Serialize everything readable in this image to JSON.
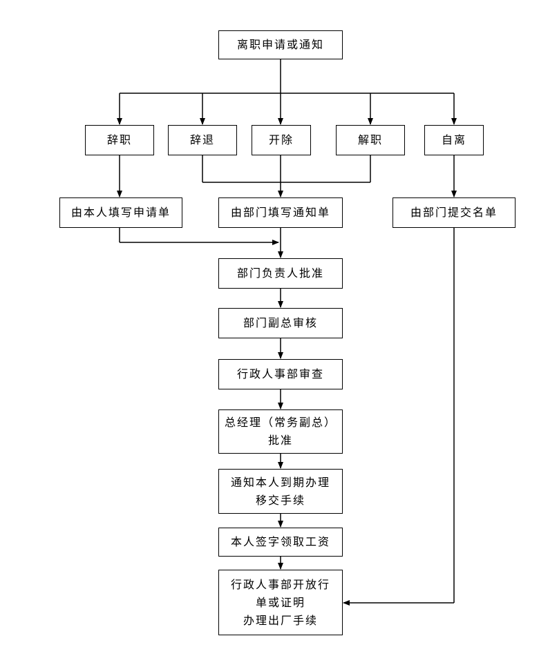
{
  "nodes": {
    "start": "离职申请或通知",
    "resign": "辞职",
    "dismiss": "辞退",
    "expel": "开除",
    "terminate": "解职",
    "self_leave": "自离",
    "self_form": "由本人填写申请单",
    "dept_notice": "由部门填写通知单",
    "dept_list": "由部门提交名单",
    "dept_head": "部门负责人批准",
    "deputy_gm": "部门副总审核",
    "hr_check": "行政人事部审查",
    "gm_line1": "总经理（常务副总）",
    "gm_line2": "批准",
    "notify_line1": "通知本人到期办理",
    "notify_line2": "移交手续",
    "sign_salary": "本人签字领取工资",
    "final_line1": "行政人事部开放行",
    "final_line2": "单或证明",
    "final_line3": "办理出厂手续"
  }
}
